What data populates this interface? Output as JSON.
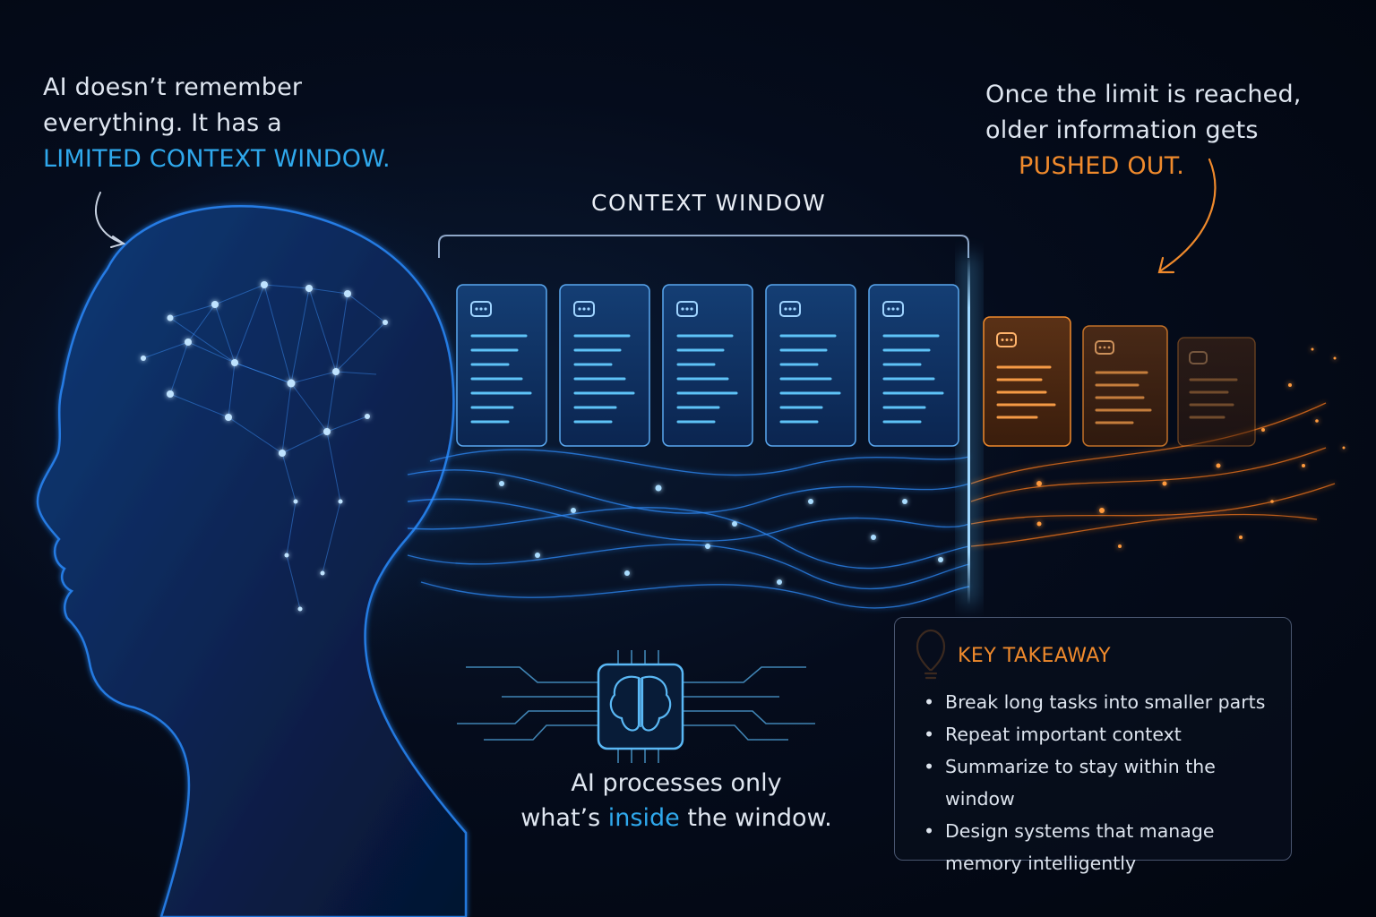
{
  "left_note": {
    "line1": "AI doesn’t remember",
    "line2": "everything. It has a",
    "highlight": "LIMITED CONTEXT WINDOW."
  },
  "right_note": {
    "line1": "Once the limit is reached,",
    "line2": "older information gets",
    "highlight": "PUSHED OUT."
  },
  "context_window": {
    "label": "CONTEXT WINDOW"
  },
  "process_note": {
    "line1": "AI processes only",
    "line2_before": "what’s",
    "line2_highlight": "inside",
    "line2_after": "the window."
  },
  "takeaway": {
    "title": "KEY TAKEAWAY",
    "items": [
      "Break long tasks into smaller parts",
      "Repeat important context",
      "Summarize to stay within the window",
      "Design systems that manage memory intelligently"
    ]
  },
  "colors": {
    "accent_blue": "#2fa8ec",
    "accent_orange": "#f08a2c",
    "background": "#050c1c"
  },
  "icons": [
    "chat-bubble-icon",
    "brain-chip-icon",
    "lightbulb-icon",
    "curved-arrow-icon"
  ]
}
